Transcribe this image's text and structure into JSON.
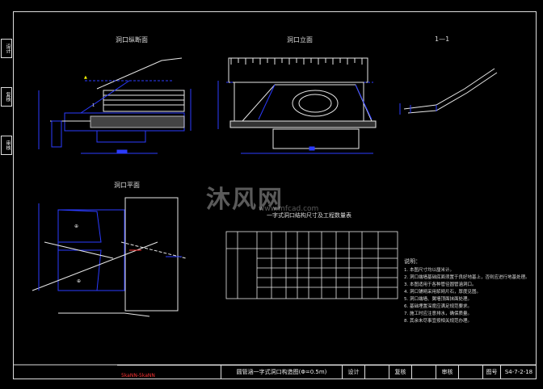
{
  "views": {
    "section": "洞口纵断面",
    "elevation": "洞口立面",
    "cut": "1—1",
    "plan": "洞口平面"
  },
  "table": {
    "title": "一字式洞口结构尺寸及工程数量表"
  },
  "notes": {
    "heading": "说明：",
    "lines": [
      "1. 本图尺寸均以厘米计。",
      "2. 洞口端墙基础底面须置于良好地基上，否则应进行地基处理。",
      "3. 本图适用于各种管径圆管涵洞口。",
      "4. 洞口铺砌采用浆砌片石，厚度见图。",
      "5. 洞口端墙、翼墙顶面抹面处理。",
      "6. 基础埋置深度应满足规范要求。",
      "7. 施工时应注意排水，确保质量。",
      "8. 其余未尽事宜按相关规范办理。"
    ]
  },
  "titleblock": {
    "tag": "5kaNN-5kaNN",
    "name": "圆管涵一字式洞口构造图(Φ=0.5m)",
    "design": "设计",
    "review": "复核",
    "approve": "审核",
    "drawing_no": "图号",
    "drawing_value": "S4-7-2-18"
  },
  "sidebar": {
    "box1": "设计",
    "box2": "复核",
    "box3": "审核"
  },
  "watermark": {
    "brand": "沐风网",
    "url": "www.mfcad.com"
  },
  "colors": {
    "blue": "#2b3bff",
    "white": "#e8e8e8",
    "magenta": "#d000d0",
    "yellow": "#ffff00",
    "red": "#ff3333"
  }
}
